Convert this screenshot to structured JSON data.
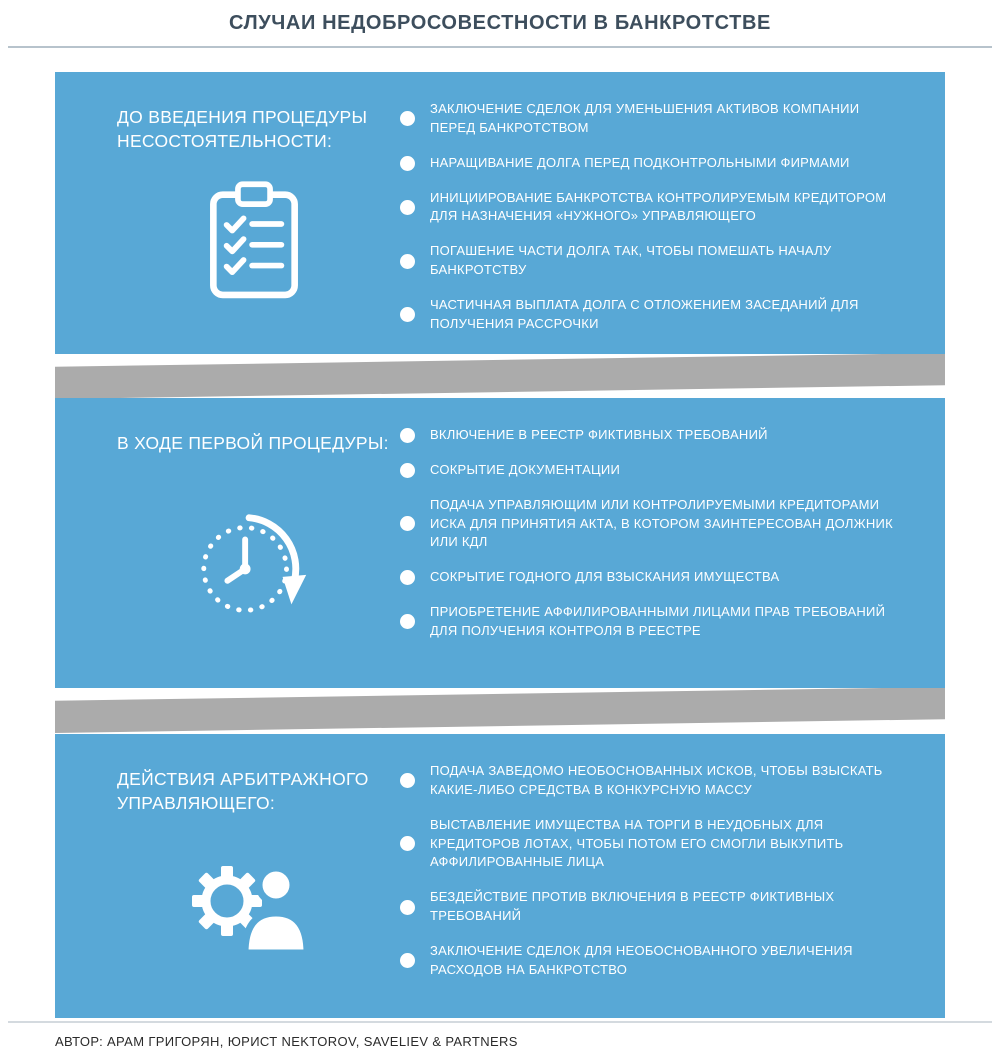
{
  "title": "СЛУЧАИ НЕДОБРОСОВЕСТНОСТИ В БАНКРОТСТВЕ",
  "colors": {
    "block_blue": "#58a8d6",
    "ribbon_gray": "#ababab",
    "title_text": "#3d4e5d",
    "content_text": "#ffffff"
  },
  "sections": [
    {
      "heading": "ДО ВВЕДЕНИЯ ПРОЦЕДУРЫ НЕСОСТОЯТЕЛЬНОСТИ:",
      "icon": "clipboard-checklist-icon",
      "items": [
        "ЗАКЛЮЧЕНИЕ СДЕЛОК ДЛЯ УМЕНЬШЕНИЯ АКТИВОВ КОМПАНИИ ПЕРЕД БАНКРОТСТВОМ",
        "НАРАЩИВАНИЕ ДОЛГА ПЕРЕД ПОДКОНТРОЛЬНЫМИ ФИРМАМИ",
        "ИНИЦИИРОВАНИЕ БАНКРОТСТВА КОНТРОЛИРУЕМЫМ КРЕДИТОРОМ ДЛЯ НАЗНАЧЕНИЯ «НУЖНОГО» УПРАВЛЯЮЩЕГО",
        "ПОГАШЕНИЕ ЧАСТИ ДОЛГА ТАК, ЧТОБЫ ПОМЕШАТЬ НАЧАЛУ БАНКРОТСТВУ",
        "ЧАСТИЧНАЯ ВЫПЛАТА ДОЛГА С ОТЛОЖЕНИЕМ ЗАСЕДАНИЙ ДЛЯ ПОЛУЧЕНИЯ РАССРОЧКИ"
      ]
    },
    {
      "heading": "В ХОДЕ ПЕРВОЙ ПРОЦЕДУРЫ:",
      "icon": "clock-deadline-icon",
      "items": [
        "ВКЛЮЧЕНИЕ В РЕЕСТР ФИКТИВНЫХ ТРЕБОВАНИЙ",
        "СОКРЫТИЕ ДОКУМЕНТАЦИИ",
        "ПОДАЧА УПРАВЛЯЮЩИМ ИЛИ КОНТРОЛИРУЕМЫМИ КРЕДИТОРАМИ ИСКА ДЛЯ ПРИНЯТИЯ АКТА, В КОТОРОМ ЗАИНТЕРЕСОВАН ДОЛЖНИК ИЛИ КДЛ",
        "СОКРЫТИЕ ГОДНОГО ДЛЯ ВЗЫСКАНИЯ ИМУЩЕСТВА",
        "ПРИОБРЕТЕНИЕ АФФИЛИРОВАННЫМИ ЛИЦАМИ ПРАВ ТРЕБОВАНИЙ ДЛЯ ПОЛУЧЕНИЯ КОНТРОЛЯ В РЕЕСТРЕ"
      ]
    },
    {
      "heading": "ДЕЙСТВИЯ АРБИТРАЖНОГО УПРАВЛЯЮЩЕГО:",
      "icon": "manager-gear-person-icon",
      "items": [
        "ПОДАЧА ЗАВЕДОМО НЕОБОСНОВАННЫХ ИСКОВ, ЧТОБЫ ВЗЫСКАТЬ КАКИЕ-ЛИБО СРЕДСТВА В КОНКУРСНУЮ МАССУ",
        "ВЫСТАВЛЕНИЕ ИМУЩЕСТВА НА ТОРГИ В НЕУДОБНЫХ ДЛЯ КРЕДИТОРОВ ЛОТАХ, ЧТОБЫ ПОТОМ ЕГО СМОГЛИ ВЫКУПИТЬ АФФИЛИРОВАННЫЕ ЛИЦА",
        "БЕЗДЕЙСТВИЕ ПРОТИВ ВКЛЮЧЕНИЯ В РЕЕСТР ФИКТИВНЫХ ТРЕБОВАНИЙ",
        "ЗАКЛЮЧЕНИЕ СДЕЛОК ДЛЯ НЕОБОСНОВАННОГО УВЕЛИЧЕНИЯ РАСХОДОВ НА БАНКРОТСТВО"
      ]
    }
  ],
  "footer": {
    "text": "АВТОР: АРАМ ГРИГОРЯН, ЮРИСТ NEKTOROV, SAVELIEV & PARTNERS"
  }
}
